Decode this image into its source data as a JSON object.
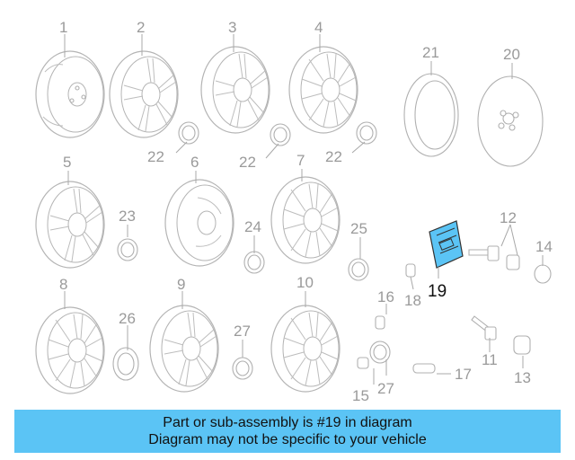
{
  "callouts": {
    "n1": "1",
    "n2": "2",
    "n3": "3",
    "n4": "4",
    "n5": "5",
    "n6": "6",
    "n7": "7",
    "n8": "8",
    "n9": "9",
    "n10": "10",
    "n11": "11",
    "n12": "12",
    "n13": "13",
    "n14": "14",
    "n15": "15",
    "n16": "16",
    "n17": "17",
    "n18": "18",
    "n19": "19",
    "n20": "20",
    "n21": "21",
    "n22": "22",
    "n23": "23",
    "n24": "24",
    "n25": "25",
    "n26": "26",
    "n27": "27"
  },
  "highlighted_part": "19",
  "banner": {
    "line1": "Part or sub-assembly is #19 in diagram",
    "line2": "Diagram may not be specific to your vehicle",
    "background": "#5bc4f5"
  },
  "colors": {
    "highlight_fill": "#5bc4f5",
    "line_art": "#b4b4b4",
    "callout_text": "#9a9a9a"
  }
}
